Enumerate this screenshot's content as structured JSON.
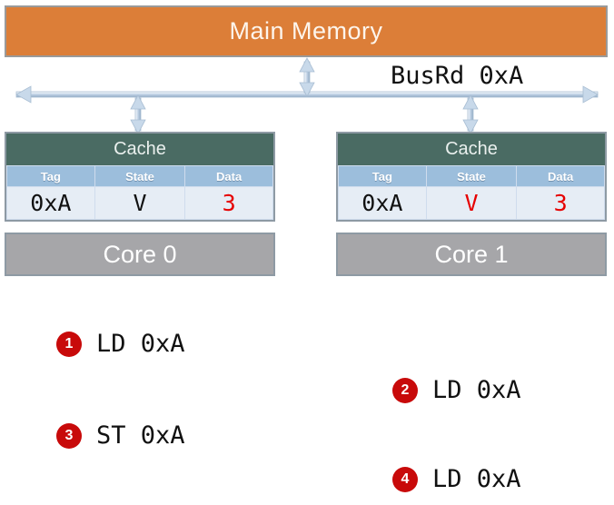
{
  "memory": {
    "label": "Main Memory",
    "color": "#DC7E38"
  },
  "bus": {
    "label": "BusRd 0xA",
    "color": "#A8BFD6"
  },
  "nodes": [
    {
      "cache_title": "Cache",
      "columns": [
        "Tag",
        "State",
        "Data"
      ],
      "row": {
        "tag": "0xA",
        "state": "V",
        "data": "3"
      },
      "row_colors": {
        "tag": "#111111",
        "state": "#111111",
        "data": "#E60000"
      },
      "core_label": "Core 0"
    },
    {
      "cache_title": "Cache",
      "columns": [
        "Tag",
        "State",
        "Data"
      ],
      "row": {
        "tag": "0xA",
        "state": "V",
        "data": "3"
      },
      "row_colors": {
        "tag": "#111111",
        "state": "#E60000",
        "data": "#E60000"
      },
      "core_label": "Core 1"
    }
  ],
  "instructions": [
    {
      "number": "1",
      "text": "LD 0xA"
    },
    {
      "number": "2",
      "text": "LD 0xA"
    },
    {
      "number": "3",
      "text": "ST 0xA"
    },
    {
      "number": "4",
      "text": "LD 0xA"
    }
  ],
  "accent": {
    "badge": "#C80A0A",
    "cache_header": "#4A6B63",
    "table_header": "#9CBEDC",
    "core": "#A6A6A9"
  }
}
